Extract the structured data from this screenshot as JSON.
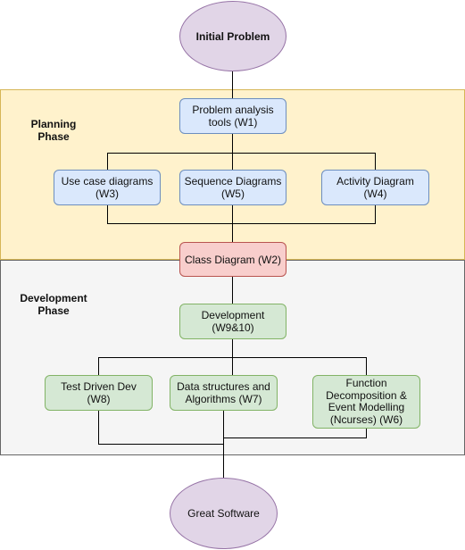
{
  "phases": {
    "planning": "Planning\nPhase",
    "development": "Development\nPhase"
  },
  "nodes": {
    "initial_problem": "Initial Problem",
    "problem_analysis": "Problem analysis\ntools (W1)",
    "use_case": "Use case diagrams\n(W3)",
    "sequence": "Sequence Diagrams\n(W5)",
    "activity": "Activity Diagram (W4)",
    "class_diagram": "Class Diagram (W2)",
    "development": "Development\n(W9&10)",
    "tdd": "Test Driven Dev (W8)",
    "data_structures": "Data structures and\nAlgorithms (W7)",
    "function_decomp": "Function\nDecomposition &\nEvent Modelling\n(Ncurses) (W6)",
    "great_software": "Great Software"
  },
  "colors": {
    "planning_fill": "#fff2cc",
    "development_fill": "#f5f5f5",
    "blue_fill": "#dae8fc",
    "red_fill": "#f8cecc",
    "green_fill": "#d5e8d4",
    "ellipse_fill": "#e1d5e7"
  }
}
